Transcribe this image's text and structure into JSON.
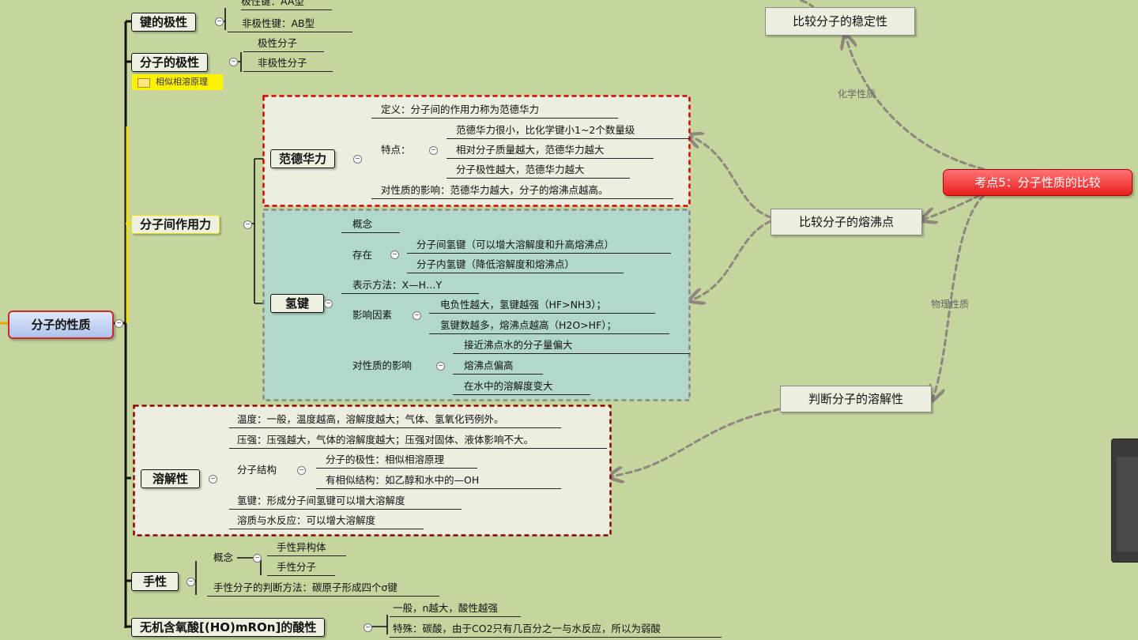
{
  "root": "分子的性质",
  "branches": {
    "bond_polarity": {
      "title": "键的极性",
      "items": [
        "极性键：AA型",
        "非极性键：AB型"
      ]
    },
    "molecule_polarity": {
      "title": "分子的极性",
      "items": [
        "极性分子",
        "非极性分子"
      ],
      "note": "相似相溶原理"
    },
    "intermolecular": {
      "title": "分子间作用力",
      "vdw": {
        "title": "范德华力",
        "definition": "定义：分子间的作用力称为范德华力",
        "feature_label": "特点：",
        "features": [
          "范德华力很小，比化学键小1~2个数量级",
          "相对分子质量越大，范德华力越大",
          "分子极性越大，范德华力越大"
        ],
        "effect": "对性质的影响：范德华力越大，分子的熔沸点越高。"
      },
      "hbond": {
        "title": "氢键",
        "concept": "概念",
        "exist_label": "存在",
        "exist": [
          "分子间氢键（可以增大溶解度和升高熔沸点）",
          "分子内氢键（降低溶解度和熔沸点）"
        ],
        "notation": "表示方法：X—H…Y",
        "factor_label": "影响因素",
        "factors": [
          "电负性越大，氢键越强（HF>NH3）；",
          "氢键数越多，熔沸点越高（H2O>HF）；"
        ],
        "effect_label": "对性质的影响",
        "effects": [
          "接近沸点水的分子量偏大",
          "熔沸点偏高",
          "在水中的溶解度变大"
        ]
      }
    },
    "solubility": {
      "title": "溶解性",
      "temp": "温度：一般，温度越高，溶解度越大；气体、氢氧化钙例外。",
      "pressure": "压强：压强越大，气体的溶解度越大；压强对固体、液体影响不大。",
      "structure_label": "分子结构",
      "structure": [
        "分子的极性：相似相溶原理",
        "有相似结构：如乙醇和水中的—OH"
      ],
      "hbond": "氢键：形成分子间氢键可以增大溶解度",
      "reaction": "溶质与水反应：可以增大溶解度"
    },
    "chirality": {
      "title": "手性",
      "concept_label": "概念",
      "concepts": [
        "手性异构体",
        "手性分子"
      ],
      "judge": "手性分子的判断方法：碳原子形成四个σ键"
    },
    "acid": {
      "title": "无机含氧酸[(HO)mROn]的酸性",
      "items": [
        "一般，n越大，酸性越强",
        "特殊：碳酸，由于CO2只有几百分之一与水反应，所以为弱酸"
      ]
    }
  },
  "right": {
    "center": "考点5：分子性质的比较",
    "stability": "比较分子的稳定性",
    "boiling": "比较分子的熔沸点",
    "solubility": "判断分子的溶解性",
    "chem_label": "化学性质",
    "phys_label": "物理性质"
  },
  "colors": {
    "background": "#c4d69e",
    "vdw_frame": "#d40000",
    "hbond_fill": "#b2d8cc",
    "solubility_frame": "#8b0000",
    "highlight": "#fff200",
    "center_topic": "#e81e1e"
  }
}
